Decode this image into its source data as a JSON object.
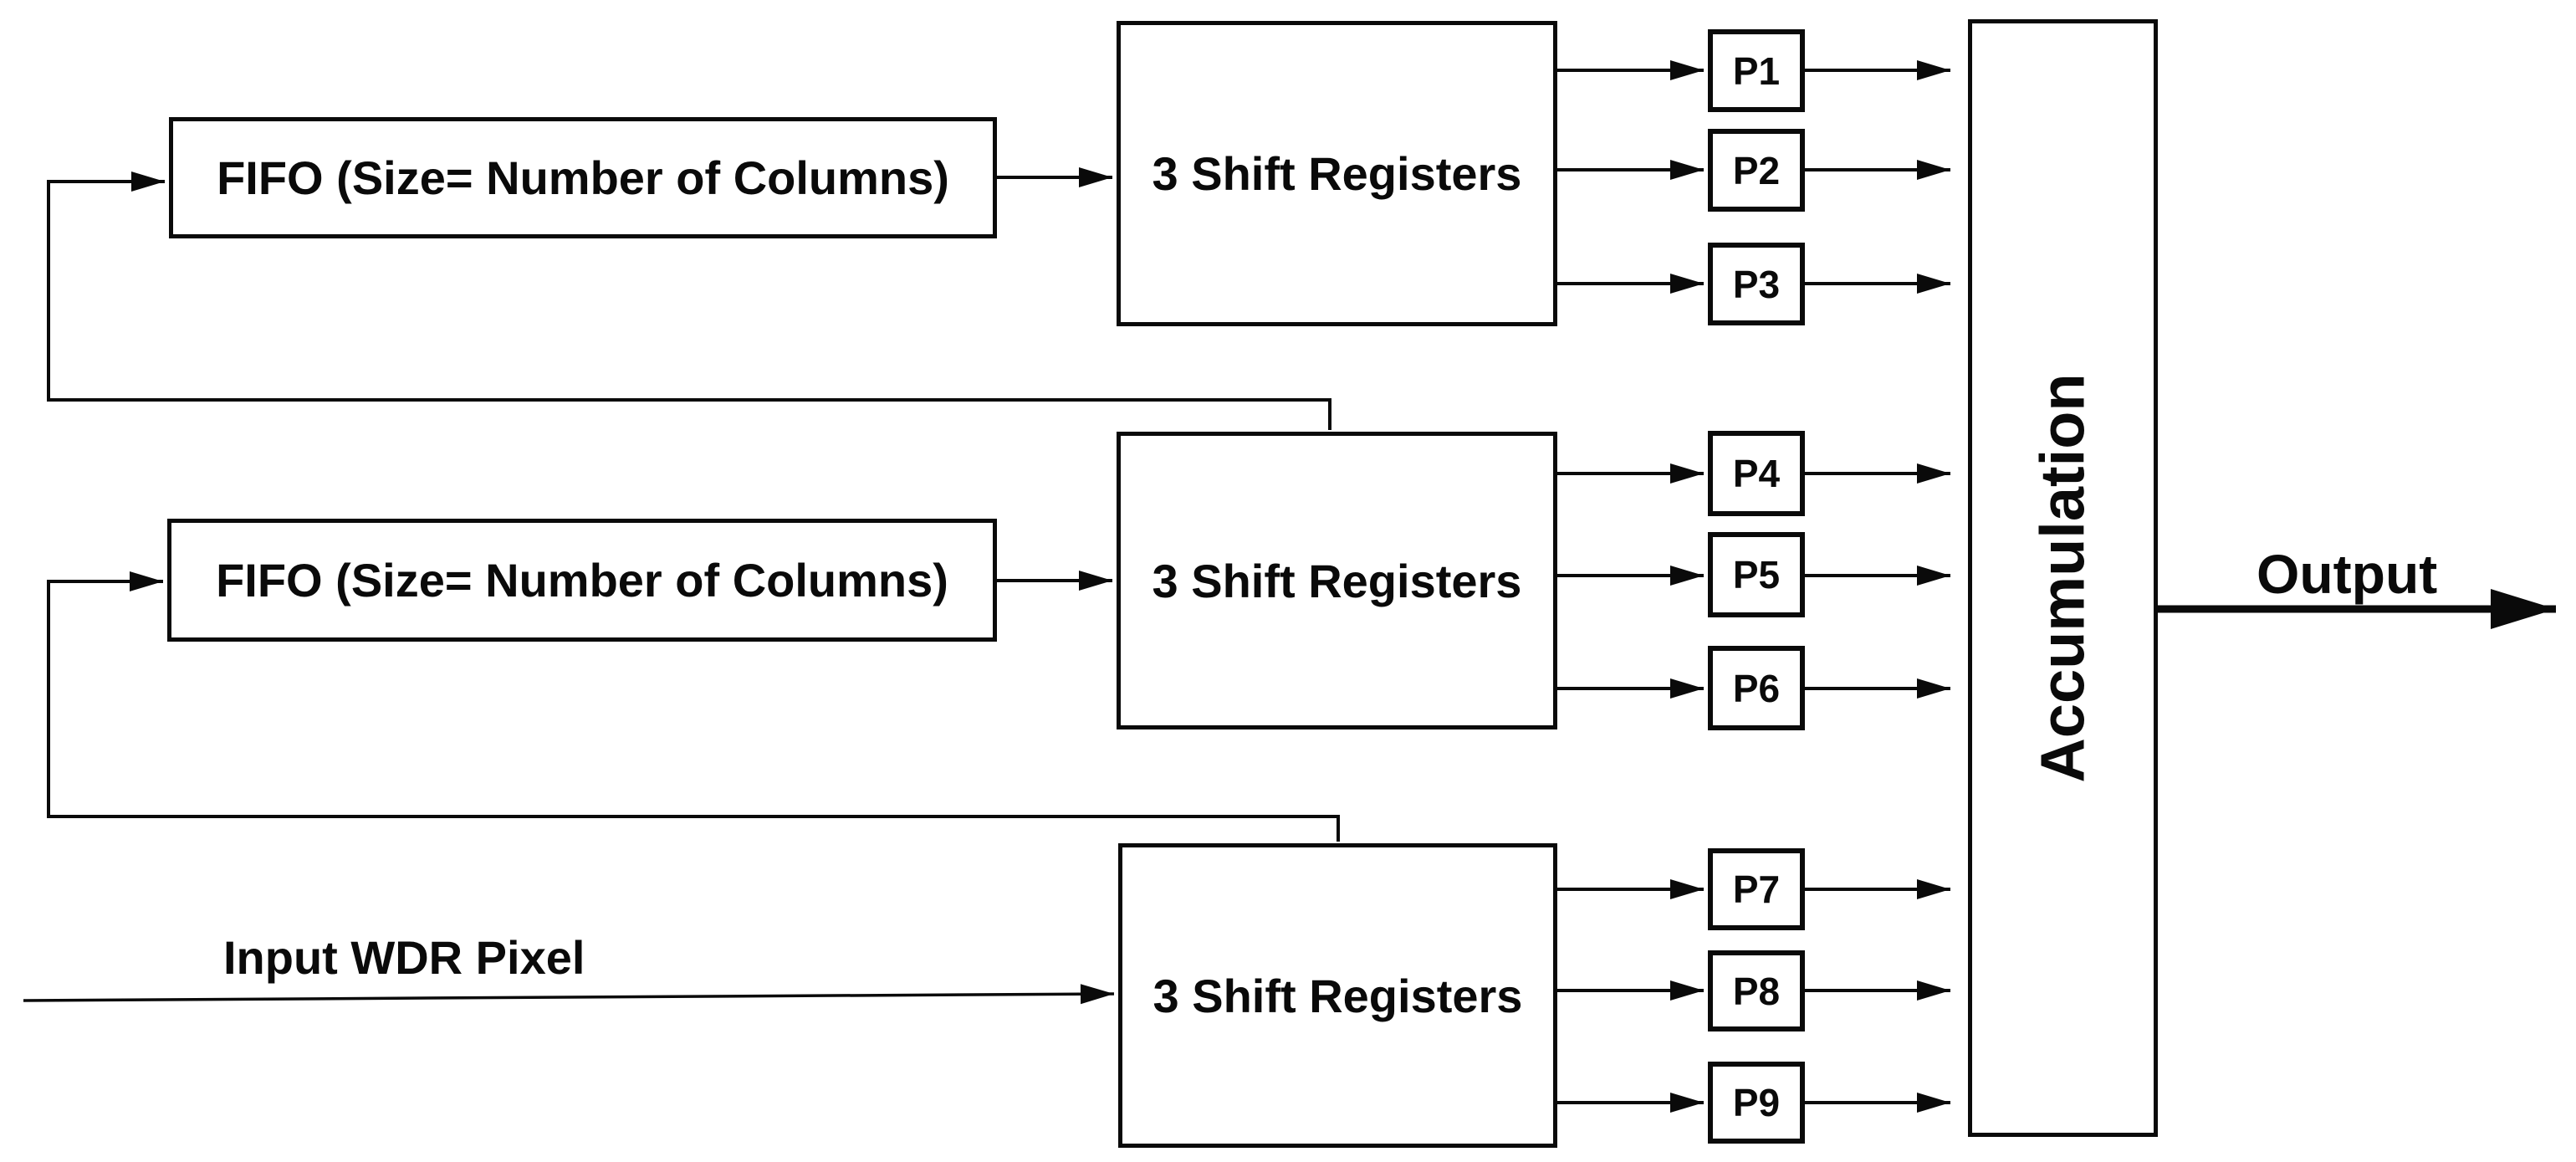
{
  "diagram": {
    "background_color": "#ffffff",
    "stroke_color": "#0a0a0a",
    "blocks": {
      "fifo_top": {
        "label": "FIFO (Size= Number of Columns)"
      },
      "fifo_middle": {
        "label": "FIFO (Size= Number of Columns)"
      },
      "shift_registers_top": {
        "label": "3 Shift Registers"
      },
      "shift_registers_middle": {
        "label": "3 Shift Registers"
      },
      "shift_registers_bottom": {
        "label": "3 Shift Registers"
      },
      "accumulation": {
        "label": "Accumulation"
      },
      "pixel_registers": [
        {
          "label": "P1"
        },
        {
          "label": "P2"
        },
        {
          "label": "P3"
        },
        {
          "label": "P4"
        },
        {
          "label": "P5"
        },
        {
          "label": "P6"
        },
        {
          "label": "P7"
        },
        {
          "label": "P8"
        },
        {
          "label": "P9"
        }
      ]
    },
    "annotations": {
      "input_label": "Input WDR Pixel",
      "output_label": "Output"
    },
    "connections": [
      {
        "from": "input-wdr-pixel-line",
        "to": "shift-registers-bottom-block"
      },
      {
        "from": "shift-registers-bottom-block",
        "to": "fifo-middle-block"
      },
      {
        "from": "fifo-middle-block",
        "to": "shift-registers-middle-block"
      },
      {
        "from": "shift-registers-middle-block",
        "to": "fifo-top-block"
      },
      {
        "from": "fifo-top-block",
        "to": "shift-registers-top-block"
      },
      {
        "from": "shift-registers-top-block",
        "to": "p-register-box-1"
      },
      {
        "from": "shift-registers-top-block",
        "to": "p-register-box-2"
      },
      {
        "from": "shift-registers-top-block",
        "to": "p-register-box-3"
      },
      {
        "from": "shift-registers-middle-block",
        "to": "p-register-box-4"
      },
      {
        "from": "shift-registers-middle-block",
        "to": "p-register-box-5"
      },
      {
        "from": "shift-registers-middle-block",
        "to": "p-register-box-6"
      },
      {
        "from": "shift-registers-bottom-block",
        "to": "p-register-box-7"
      },
      {
        "from": "shift-registers-bottom-block",
        "to": "p-register-box-8"
      },
      {
        "from": "shift-registers-bottom-block",
        "to": "p-register-box-9"
      },
      {
        "from": "p-register-box-1",
        "to": "accumulation-block"
      },
      {
        "from": "p-register-box-2",
        "to": "accumulation-block"
      },
      {
        "from": "p-register-box-3",
        "to": "accumulation-block"
      },
      {
        "from": "p-register-box-4",
        "to": "accumulation-block"
      },
      {
        "from": "p-register-box-5",
        "to": "accumulation-block"
      },
      {
        "from": "p-register-box-6",
        "to": "accumulation-block"
      },
      {
        "from": "p-register-box-7",
        "to": "accumulation-block"
      },
      {
        "from": "p-register-box-8",
        "to": "accumulation-block"
      },
      {
        "from": "p-register-box-9",
        "to": "accumulation-block"
      },
      {
        "from": "accumulation-block",
        "to": "output-arrow"
      }
    ]
  }
}
